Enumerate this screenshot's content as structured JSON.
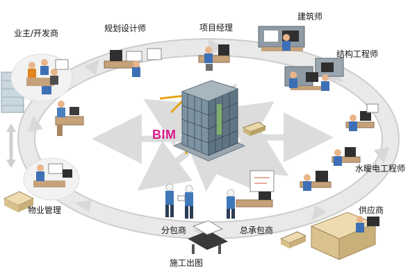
{
  "center_label": "BIM",
  "labels": {
    "owner": "业主/开发商",
    "planner": "规划设计师",
    "project_manager": "项目经理",
    "architect": "建筑师",
    "structural_engineer": "结构工程师",
    "mep_engineer": "水暖电工程师",
    "supplier": "供应商",
    "general_contractor": "总承包商",
    "subcontractor": "分包商",
    "construction_drawing": "施工出图",
    "property_management": "物业管理"
  },
  "colors": {
    "ring": "#e3e3e3",
    "ring_edge": "#cfcfcf",
    "bim": "#d81b8b",
    "crane": "#e6a414",
    "building_glass": "#6f8a9c",
    "worker_shirt": "#3f78b8",
    "hardhat": "#f5f5f5"
  }
}
